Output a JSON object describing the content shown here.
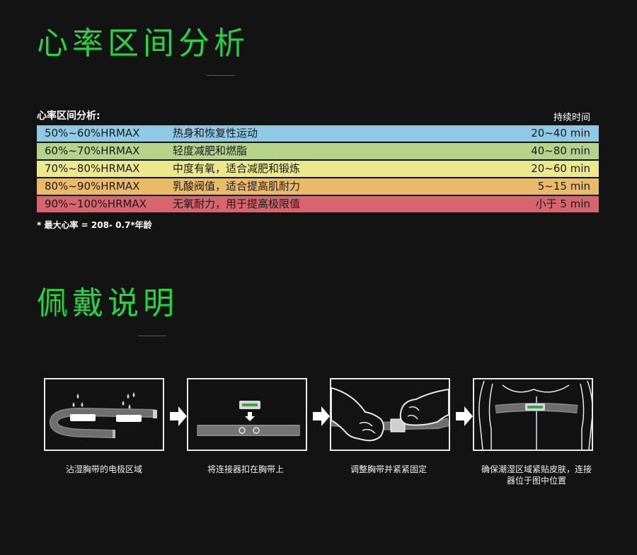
{
  "heart_rate_section": {
    "title": "心率区间分析",
    "table_label": "心率区间分析:",
    "duration_header": "持续时间",
    "zones": [
      {
        "range": "50%~60%HRMAX",
        "description": "热身和恢复性运动",
        "duration": "20~40 min",
        "color": "#8ecae6"
      },
      {
        "range": "60%~70%HRMAX",
        "description": "轻度减肥和燃脂",
        "duration": "40~80 min",
        "color": "#b5d38a"
      },
      {
        "range": "70%~80%HRMAX",
        "description": "中度有氧，适合减肥和锻炼",
        "duration": "20~60 min",
        "color": "#ece98c"
      },
      {
        "range": "80%~90%HRMAX",
        "description": "乳酸阀值，适合提高肌耐力",
        "duration": "5~15 min",
        "color": "#e9bb68"
      },
      {
        "range": "90%~100%HRMAX",
        "description": "无氧耐力，用于提高极限值",
        "duration": "小于 5 min",
        "color": "#d8656e"
      }
    ],
    "footnote": "* 最大心率 = 208- 0.7*年龄"
  },
  "wearing_section": {
    "title": "佩戴说明",
    "steps": [
      {
        "caption": "沾湿胸带的电极区域"
      },
      {
        "caption": "将连接器扣在胸带上"
      },
      {
        "caption": "调整胸带并紧紧固定"
      },
      {
        "caption": "确保潮湿区域紧贴皮肤，连接器位于图中位置"
      }
    ]
  },
  "accent_color": "#21d63f"
}
